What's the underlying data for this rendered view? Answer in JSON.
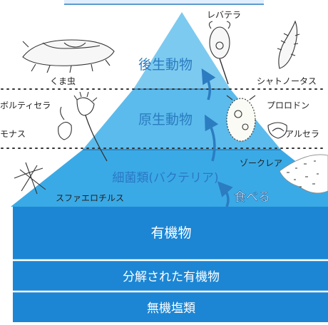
{
  "diagram": {
    "pyramid_levels": [
      {
        "label": "後生動物",
        "color": "#7ccaf0",
        "text_color": "#2b7cc0"
      },
      {
        "label": "原生動物",
        "color": "#5bbbec",
        "text_color": "#2b7cc0"
      },
      {
        "label": "細菌類(バクテリア)",
        "color": "#3aaae6",
        "text_color": "#2a78c5"
      }
    ],
    "base_levels": [
      {
        "label": "有機物",
        "color": "#1c86d4",
        "text_color": "#ffffff"
      },
      {
        "label": "分解された有機物",
        "color": "#1c86d4",
        "text_color": "#ffffff"
      },
      {
        "label": "無機塩類",
        "color": "#1c86d4",
        "text_color": "#ffffff"
      }
    ],
    "eats_label": "食べる",
    "organisms": {
      "rotaria": "レバテラ",
      "kumamushi": "くま虫",
      "chaetonotus": "シャトノータス",
      "vorticella": "ボルティセラ",
      "prorodon": "プロロドン",
      "monas": "モナス",
      "arcella": "アルセラ",
      "zoogloea": "ゾークレア",
      "sphaerotilus": "スファエロチルス"
    }
  }
}
